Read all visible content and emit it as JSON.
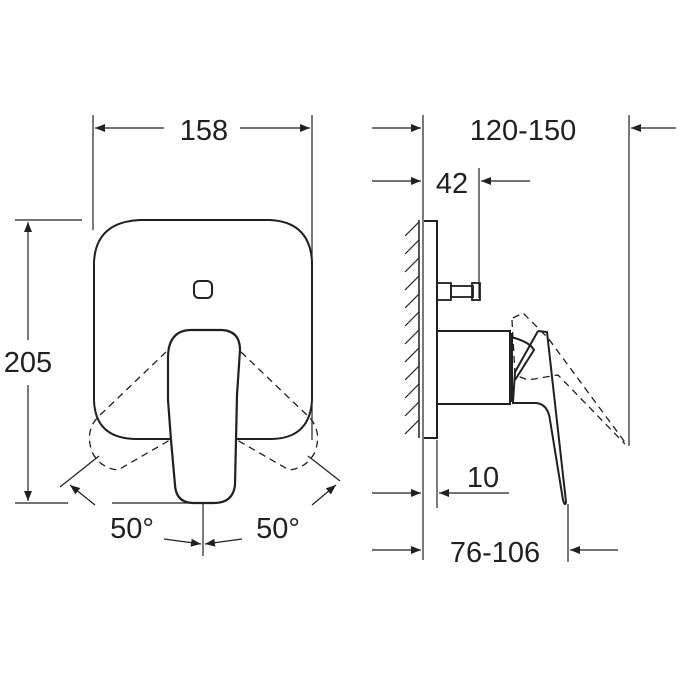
{
  "diagram": {
    "type": "technical-drawing",
    "subject": "concealed single-lever mixer trim",
    "colors": {
      "line": "#231f20",
      "background": "#ffffff"
    },
    "front_view": {
      "width_label": "158",
      "height_label": "205",
      "angle_left_label": "50°",
      "angle_right_label": "50°"
    },
    "side_view": {
      "overall_depth_label": "120-150",
      "cartridge_depth_label": "42",
      "plate_thickness_label": "10",
      "handle_depth_label": "76-106"
    }
  }
}
